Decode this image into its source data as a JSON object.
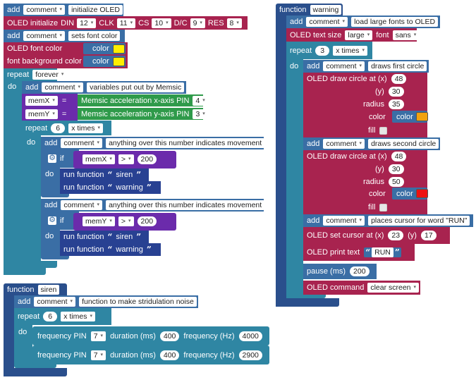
{
  "colors": {
    "navy": "#2a4f8c",
    "blue": "#3a6ea5",
    "teal": "#2f86a3",
    "magenta": "#a8234f",
    "green": "#2f9a4a",
    "purple": "#6b2bab",
    "yellow": "#ffee00",
    "orange": "#f2a20f",
    "red": "#ee1111"
  },
  "common": {
    "add": "add",
    "comment": "comment",
    "do": "do",
    "if": "if",
    "repeat": "repeat",
    "x_times": "x times",
    "run_function": "run function",
    "open_quote": "“",
    "close_quote": "”",
    "color": "color",
    "dd": "▾",
    "gear": "⚙"
  },
  "main": {
    "c1": "initialize OLED",
    "init": {
      "label": "OLED initialize",
      "din_label": "DIN",
      "din": "12",
      "clk_label": "CLK",
      "clk": "11",
      "cs_label": "CS",
      "cs": "10",
      "dc_label": "D/C",
      "dc": "9",
      "res_label": "RES",
      "res": "8"
    },
    "c2": "sets font color",
    "font_color": "OLED font color",
    "font_bg": "font background color",
    "repeat_mode": "forever",
    "c3": "variables put out by Memsic",
    "memx_var": "memX",
    "memx_src": "Memsic acceleration x-axis PIN",
    "memx_pin": "4",
    "memy_var": "memY",
    "memy_src": "Memsic acceleration y-axis PIN",
    "memy_pin": "3",
    "eq": "=",
    "inner_times": "6",
    "c4": "anything over this number indicates movement",
    "cond1": {
      "var": "memX",
      "op": ">",
      "val": "200"
    },
    "run1": {
      "a": "siren",
      "b": "warning"
    },
    "c5": "anything over this number indicates movement",
    "cond2": {
      "var": "memY",
      "op": ">",
      "val": "200"
    },
    "run2": {
      "a": "siren",
      "b": "warning"
    }
  },
  "siren": {
    "fn_label": "function",
    "name": "siren",
    "comment": "function to make stridulation noise",
    "times": "6",
    "f1": {
      "pin_label": "frequency PIN",
      "pin": "7",
      "dur_label": "duration (ms)",
      "dur": "400",
      "freq_label": "frequency (Hz)",
      "freq": "4000"
    },
    "f2": {
      "pin_label": "frequency PIN",
      "pin": "7",
      "dur_label": "duration (ms)",
      "dur": "400",
      "freq_label": "frequency (Hz)",
      "freq": "2900"
    }
  },
  "warning": {
    "fn_label": "function",
    "name": "warning",
    "c1": "load large fonts to OLED",
    "text_size_label": "OLED text size",
    "size": "large",
    "font_label": "font",
    "font": "sans",
    "times": "3",
    "c2": "draws first circle",
    "circle_label": "OLED draw circle at (x)",
    "y_label": "(y)",
    "radius_label": "radius",
    "color_label": "color",
    "fill_label": "fill",
    "circle1": {
      "x": "48",
      "y": "30",
      "r": "35"
    },
    "c3": "draws second circle",
    "circle2": {
      "x": "48",
      "y": "30",
      "r": "50"
    },
    "c4": "places cursor for word \"RUN\"",
    "cursor_label": "OLED set cursor at (x)",
    "cursor_x": "23",
    "cursor_y_label": "(y)",
    "cursor_y": "17",
    "print_label": "OLED print text",
    "print_text": "RUN",
    "pause_label": "pause (ms)",
    "pause": "200",
    "cmd_label": "OLED command",
    "cmd": "clear screen"
  }
}
